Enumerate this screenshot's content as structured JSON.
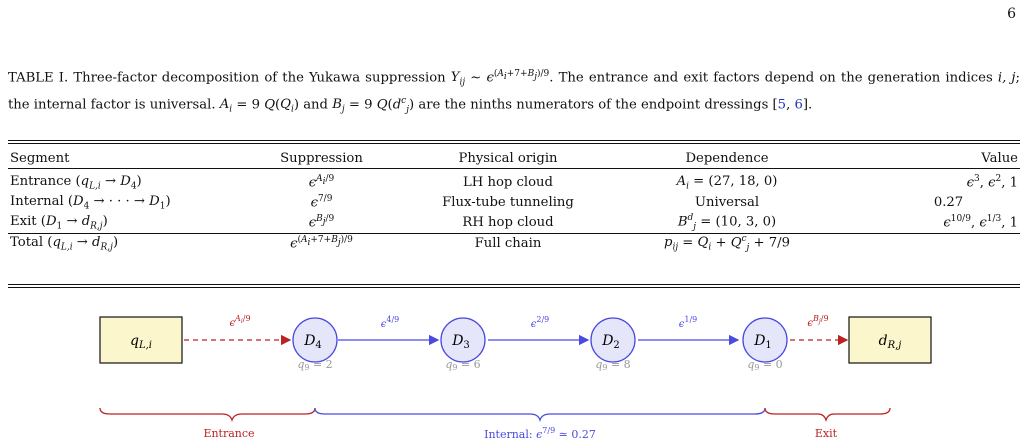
{
  "page_number": "6",
  "caption": {
    "label": "TABLE I.",
    "text_1": "Three-factor decomposition of the Yukawa suppression",
    "text_2": ". The entrance and exit factors depend on the generation indices",
    "text_3": "; the internal factor is universal.",
    "text_4": "are the ninths numerators of the endpoint dressings [",
    "cite_1": "5",
    "cite_2": "6",
    "text_end": "]."
  },
  "table": {
    "headers": [
      "Segment",
      "Suppression",
      "Physical origin",
      "Dependence",
      "Value"
    ],
    "rows": [
      {
        "segment": "Entrance",
        "origin": "LH hop cloud"
      },
      {
        "segment": "Internal",
        "origin": "Flux-tube tunneling",
        "dependence": "Universal",
        "value": "0.27"
      },
      {
        "segment": "Exit",
        "origin": "RH hop cloud"
      },
      {
        "segment": "Total",
        "origin": "Full chain"
      }
    ]
  },
  "diagram": {
    "nodes": [
      {
        "label": "D",
        "sub": "4",
        "q9": "2"
      },
      {
        "label": "D",
        "sub": "3",
        "q9": "6"
      },
      {
        "label": "D",
        "sub": "2",
        "q9": "8"
      },
      {
        "label": "D",
        "sub": "1",
        "q9": "0"
      }
    ],
    "edge_labels": [
      "4/9",
      "2/9",
      "1/9"
    ],
    "brace_labels": {
      "entrance": "Entrance",
      "internal": "Internal:",
      "internal_value": "≃ 0.27",
      "exit": "Exit"
    },
    "colors": {
      "entrance_exit": "#bb2222",
      "internal": "#4a4ae0",
      "box_fill": "#fbf6cc",
      "node_fill": "#e6e6fb",
      "q9_label": "#999999"
    }
  }
}
